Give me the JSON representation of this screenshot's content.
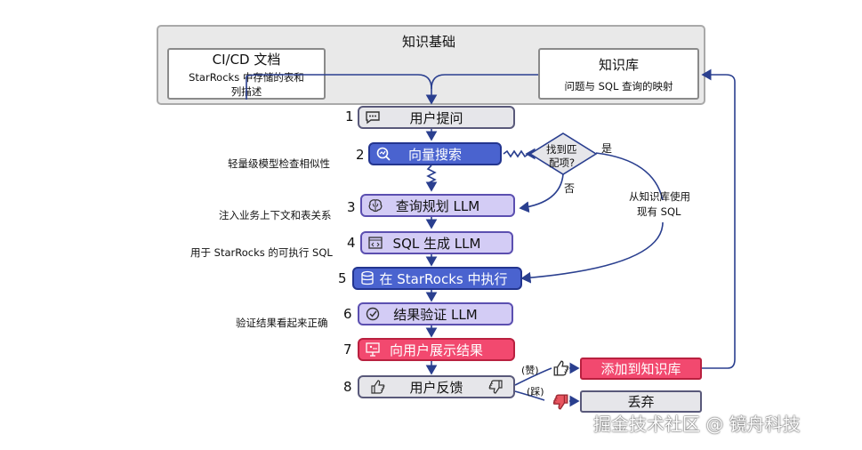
{
  "knowledge": {
    "title": "知识基础",
    "cicd": {
      "title": "CI/CD 文档",
      "desc_line1": "StarRocks 中存储的表和",
      "desc_line2": "列描述"
    },
    "kb": {
      "title": "知识库",
      "desc": "问题与 SQL 查询的映射"
    }
  },
  "steps": [
    {
      "num": "1",
      "label": "用户提问",
      "icon": "speech-bubble-icon"
    },
    {
      "num": "2",
      "label": "向量搜索",
      "icon": "vector-search-icon",
      "side": "轻量级模型检查相似性"
    },
    {
      "num": "3",
      "label": "查询规划 LLM",
      "icon": "brain-icon",
      "side": "注入业务上下文和表关系"
    },
    {
      "num": "4",
      "label": "SQL 生成 LLM",
      "icon": "code-window-icon",
      "side": "用于 StarRocks 的可执行 SQL"
    },
    {
      "num": "5",
      "label": "在 StarRocks 中执行",
      "icon": "database-icon"
    },
    {
      "num": "6",
      "label": "结果验证 LLM",
      "icon": "check-circle-icon",
      "side": "验证结果看起来正确"
    },
    {
      "num": "7",
      "label": "向用户展示结果",
      "icon": "presentation-icon"
    },
    {
      "num": "8",
      "label": "用户反馈",
      "icon": "thumbs-icon"
    }
  ],
  "decision": {
    "line1": "找到匹",
    "line2": "配项?",
    "yes": "是",
    "no": "否",
    "reuse_line1": "从知识库使用",
    "reuse_line2": "现有 SQL"
  },
  "feedback": {
    "like": "(赞)",
    "dislike": "(踩)",
    "add_to_kb": "添加到知识库",
    "discard": "丢弃"
  },
  "watermark": "掘金技术社区 @ 镜舟科技",
  "colors": {
    "arrow": "#2a3f8f",
    "blue_step": "#4a63cf",
    "violet_step": "#d3ccf5",
    "pink_step": "#f2496f",
    "panel_bg": "#e9e9e9"
  }
}
